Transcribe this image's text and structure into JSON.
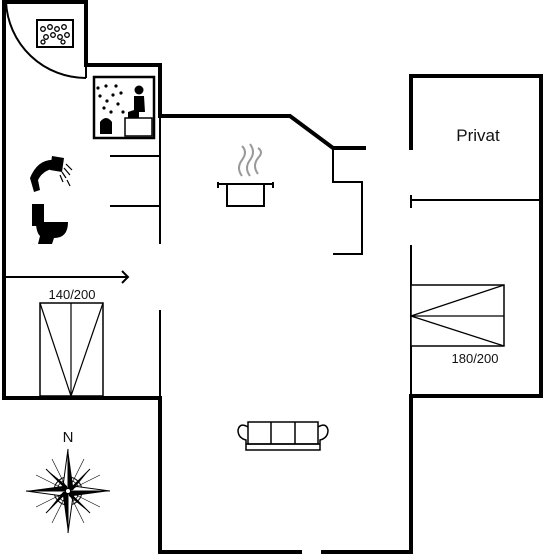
{
  "rooms": {
    "private_label": "Privat"
  },
  "beds": {
    "left_bed_size": "140/200",
    "right_bed_size": "180/200"
  },
  "compass": {
    "north_label": "N"
  },
  "icons": {
    "whirlpool": "whirlpool-icon",
    "sauna": "sauna-icon",
    "shower": "shower-icon",
    "toilet": "toilet-icon",
    "cooking_pot": "cooking-pot-icon",
    "sofa": "sofa-icon",
    "compass_rose": "compass-rose-icon"
  },
  "colors": {
    "wall": "#000000",
    "background": "#ffffff"
  }
}
